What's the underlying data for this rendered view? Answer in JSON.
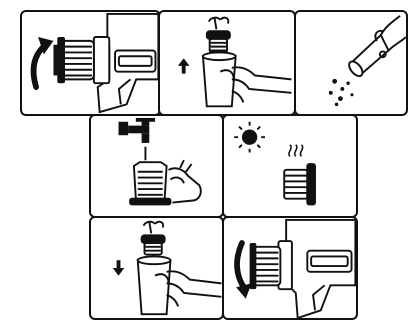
{
  "steps": [
    {
      "id": 1,
      "arrow": "curved-up",
      "icon": "vacuum-filter-removal-icon"
    },
    {
      "id": 2,
      "arrow": "up",
      "icon": "filter-lift-from-cup-icon"
    },
    {
      "id": 3,
      "arrow": "none",
      "icon": "empty-dust-cup-icon"
    },
    {
      "id": 4,
      "arrow": "none",
      "icon": "rinse-filter-under-tap-icon"
    },
    {
      "id": 5,
      "arrow": "none",
      "icon": "air-dry-filter-in-sun-icon"
    },
    {
      "id": 6,
      "arrow": "down",
      "icon": "filter-insert-into-cup-icon"
    },
    {
      "id": 7,
      "arrow": "curved-down",
      "icon": "vacuum-filter-reattach-icon"
    }
  ],
  "colors": {
    "line": "#111111",
    "background": "#ffffff"
  }
}
